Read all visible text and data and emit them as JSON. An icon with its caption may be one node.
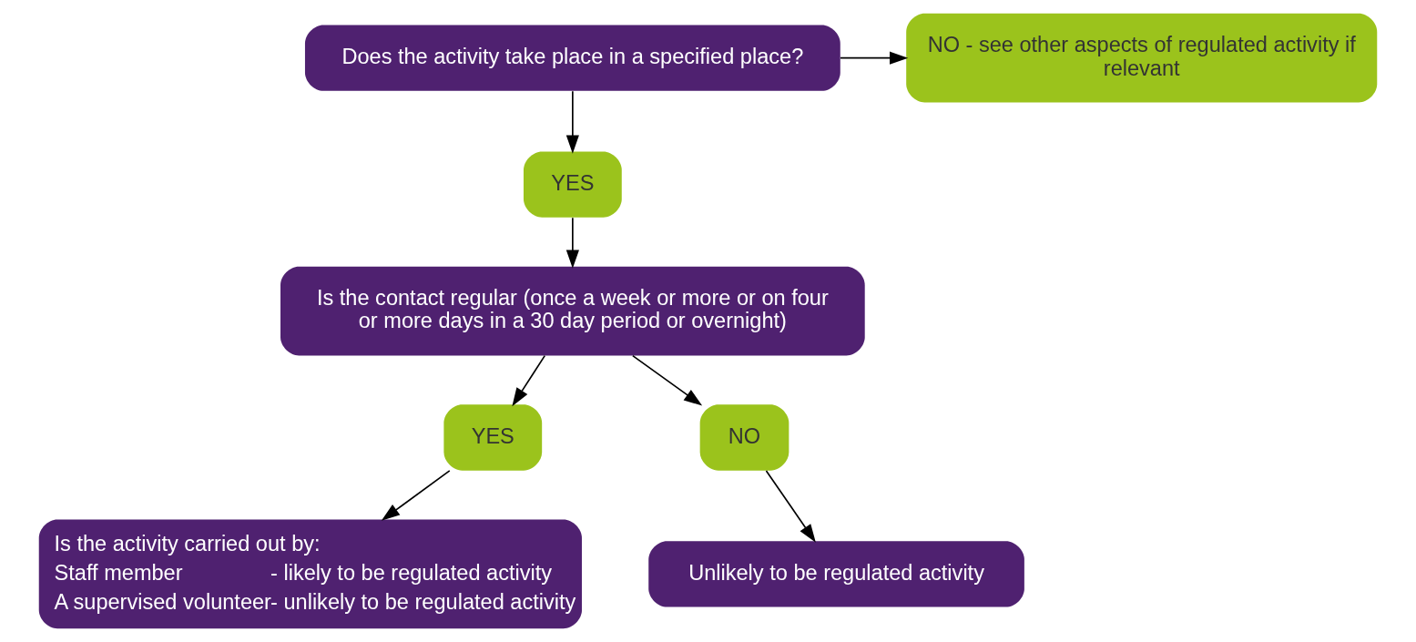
{
  "diagram": {
    "nodes": [
      {
        "text": [
          "Does the activity take place in a specified place?"
        ]
      },
      {
        "text": [
          "NO - see other aspects of regulated activity if relevant"
        ]
      },
      {
        "text": [
          "YES"
        ]
      },
      {
        "text": [
          "Is the contact regular (once a week or more or on four or more days in a 30 day period or overnight)"
        ]
      },
      {
        "text": [
          "YES"
        ]
      },
      {
        "text": [
          "NO"
        ]
      },
      {
        "text": [
          "Is the activity carried out by:",
          "Staff member",
          "- likely to be regulated activity",
          "A supervised volunteer",
          "- unlikely to be regulated activity"
        ]
      },
      {
        "text": [
          "Unlikely to be regulated activity"
        ]
      }
    ],
    "edges": [
      {
        "from": 0,
        "to": 1,
        "arrow": "to"
      },
      {
        "from": 0,
        "to": 2,
        "arrow": "to"
      },
      {
        "from": 2,
        "to": 3,
        "arrow": "to"
      },
      {
        "from": 3,
        "to": 4,
        "arrow": "to"
      },
      {
        "from": 3,
        "to": 5,
        "arrow": "to"
      },
      {
        "from": 4,
        "to": 6,
        "arrow": "to"
      },
      {
        "from": 5,
        "to": 7,
        "arrow": "to"
      }
    ]
  }
}
